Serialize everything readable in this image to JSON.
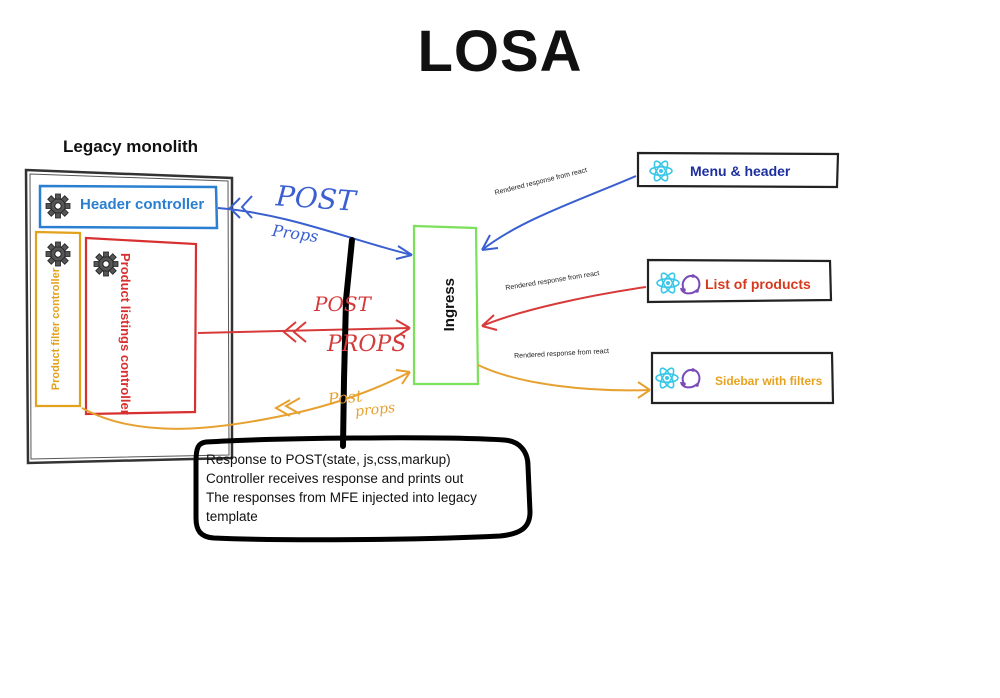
{
  "title": "LOSA",
  "monolith": {
    "label": "Legacy monolith",
    "header_controller": "Header controller",
    "product_listings_controller": "Product listings controller",
    "product_filter_controller": "Product filter controller"
  },
  "ingress": {
    "label": "Ingress"
  },
  "mfes": {
    "menu_header": "Menu & header",
    "list_products": "List of products",
    "sidebar_filters": "Sidebar with filters"
  },
  "responses": {
    "r1": "Rendered response from react",
    "r2": "Rendered response from react",
    "r3": "Rendered response from react"
  },
  "requests": {
    "post1": "POST",
    "props1": "Props",
    "post2": "POST",
    "props2": "PROPS",
    "post3": "Post",
    "props3": "props"
  },
  "note": {
    "line1": "Response to POST(state, js,css,markup)",
    "line2": "Controller receives response and prints out",
    "line3": "The responses from MFE injected into legacy",
    "line4": "template"
  },
  "icons": {
    "gear": "gear-icon",
    "react": "react-icon",
    "redux": "redux-icon"
  },
  "colors": {
    "header_blue": "#2a7fd1",
    "listings_red": "#d83030",
    "filter_orange": "#e3a21b",
    "ingress_green": "#7be05a",
    "arrow_blue": "#3a5fd0",
    "arrow_red": "#d83a3a",
    "arrow_orange": "#e6a130",
    "react_cyan": "#38c7e8",
    "redux_purple": "#7a4bb8"
  }
}
